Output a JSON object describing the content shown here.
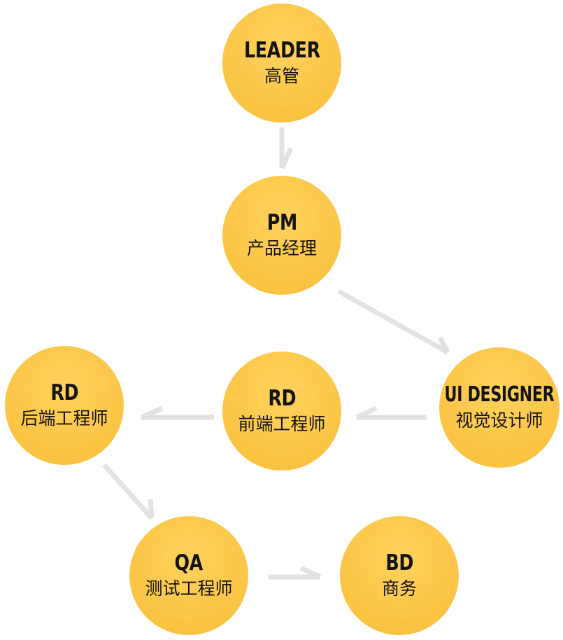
{
  "diagram": {
    "nodes": [
      {
        "id": "leader",
        "role": "LEADER",
        "cn": "高管"
      },
      {
        "id": "pm",
        "role": "PM",
        "cn": "产品经理"
      },
      {
        "id": "ui",
        "role": "UI DESIGNER",
        "cn": "视觉设计师"
      },
      {
        "id": "rd_front",
        "role": "RD",
        "cn": "前端工程师"
      },
      {
        "id": "rd_back",
        "role": "RD",
        "cn": "后端工程师"
      },
      {
        "id": "qa",
        "role": "QA",
        "cn": "测试工程师"
      },
      {
        "id": "bd",
        "role": "BD",
        "cn": "商务"
      }
    ],
    "edges": [
      {
        "from": "leader",
        "to": "pm"
      },
      {
        "from": "pm",
        "to": "ui"
      },
      {
        "from": "ui",
        "to": "rd_front"
      },
      {
        "from": "rd_front",
        "to": "rd_back"
      },
      {
        "from": "rd_back",
        "to": "qa"
      },
      {
        "from": "qa",
        "to": "bd"
      }
    ],
    "colors": {
      "node_fill": "#fbc443",
      "node_text": "#141414",
      "arrow": "#e2e2e2",
      "background": "#ffffff"
    }
  }
}
